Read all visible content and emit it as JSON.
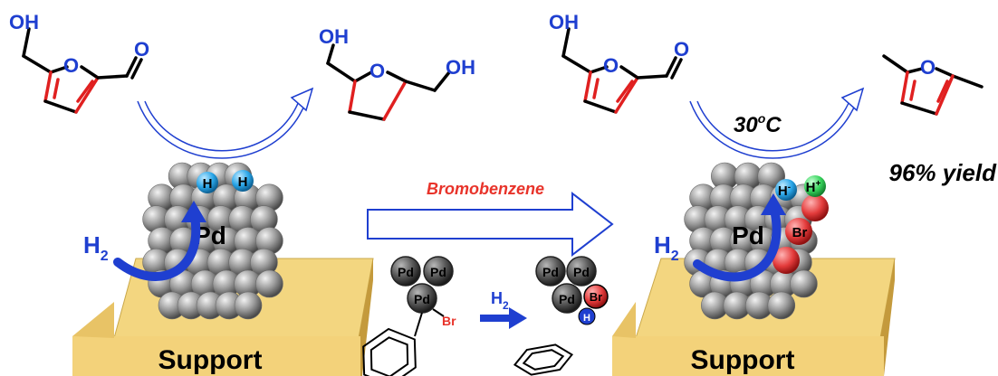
{
  "labels": {
    "oh": "OH",
    "o": "O",
    "h2": "H",
    "h2_sub": "2",
    "pd": "Pd",
    "br": "Br",
    "h": "H",
    "h_minus": "H",
    "minus": "-",
    "h_plus": "H",
    "plus": "+",
    "support": "Support",
    "bromobenzene": "Bromobenzene",
    "temperature": "30",
    "temperature_degree": "o",
    "temperature_unit": "C",
    "yield": "96% yield"
  },
  "colors": {
    "accent_red": "#e8332a",
    "blue": "#1f3fd0",
    "bond_red": "#e02020",
    "pd_gray": "#9a9a9a",
    "support_top": "#f3d680",
    "support_side": "#c49a3c",
    "h_atom_blue": "#2aa6e8",
    "h_plus_green": "#37d45c",
    "br_red": "#e33b3b"
  }
}
